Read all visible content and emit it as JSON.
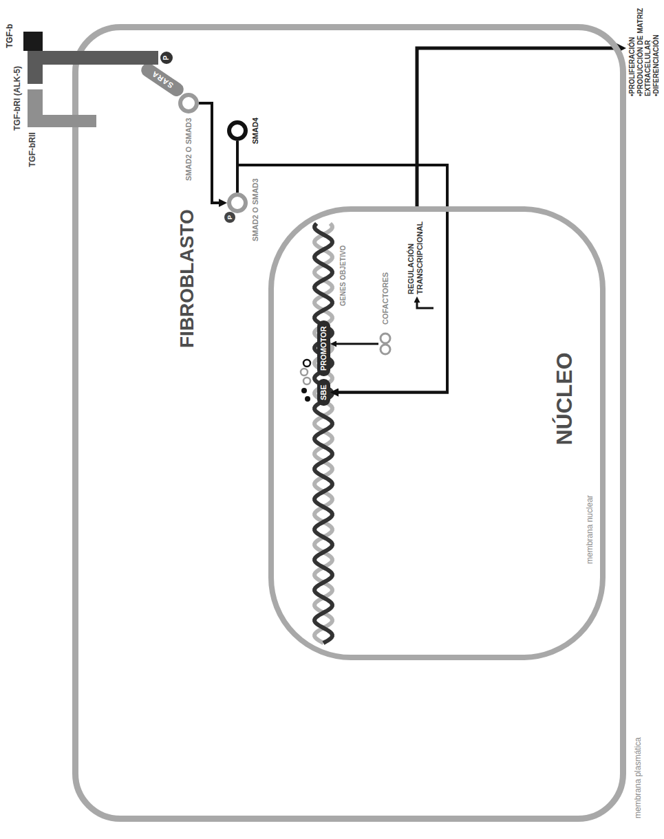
{
  "diagram": {
    "nodes": [
      {
        "text": [
          "FIBROBLASTO"
        ]
      },
      {
        "text": [
          "TGF-b"
        ]
      },
      {
        "text": [
          "TGF-bRII"
        ]
      },
      {
        "text": [
          "TGF-bRI (ALK-5)"
        ]
      },
      {
        "text": [
          "P"
        ],
        "in": 0
      },
      {
        "text": [
          "SARA"
        ],
        "in": 0
      },
      {
        "text": [
          "SMAD2 O SMAD3"
        ],
        "in": 0
      },
      {
        "text": [
          "SMAD4"
        ],
        "in": 0
      },
      {
        "text": [
          "SMAD2 O SMAD3"
        ],
        "in": 0
      },
      {
        "text": [
          "P"
        ],
        "in": 0
      },
      {
        "text": [
          "NÚCLEO"
        ],
        "in": 0
      },
      {
        "text": [
          "COFACTORES"
        ],
        "in": 10
      },
      {
        "text": [
          "SBE"
        ],
        "in": 10
      },
      {
        "text": [
          "PROMOTOR"
        ],
        "in": 10
      }
    ],
    "edges": [
      {
        "from": 6,
        "to": 8,
        "arrow": "to"
      },
      {
        "from": 7,
        "to": 12,
        "arrow": "to"
      },
      {
        "from": 8,
        "to": 12,
        "arrow": "to"
      },
      {
        "from": 11,
        "to": 13,
        "arrow": "to"
      }
    ],
    "labels": [
      "membrana plasmática",
      "membrana nuclear",
      "GENES OBJETIVO",
      "REGULACIÓN TRANSCRIPCIONAL",
      "•PROLIFERACIÓN",
      "•PRODUCCIÓN DE MATRIZ EXTRACELULAR",
      "•DIFERENCIACIÓN"
    ]
  }
}
